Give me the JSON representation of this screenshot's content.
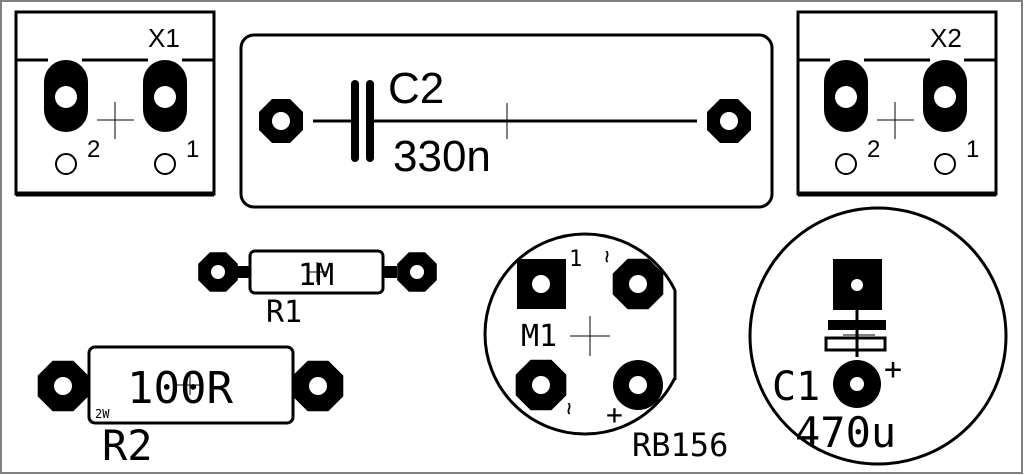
{
  "colors": {
    "copper": "#000000",
    "background": "#ffffff",
    "border": "#808080"
  },
  "components": {
    "x1": {
      "name": "X1",
      "pin2": "2",
      "pin1": "1"
    },
    "x2": {
      "name": "X2",
      "pin2": "2",
      "pin1": "1"
    },
    "c2": {
      "name": "C2",
      "value": "330n"
    },
    "r1": {
      "name": "R1",
      "value": "1M"
    },
    "r2": {
      "name": "R2",
      "value": "100R",
      "rating": "2W"
    },
    "m1": {
      "name": "M1",
      "type": "RB156",
      "pin1": "1",
      "ac1": "~",
      "ac2": "~",
      "plus": "+"
    },
    "c1": {
      "name": "C1",
      "value": "470u",
      "plus": "+"
    }
  }
}
